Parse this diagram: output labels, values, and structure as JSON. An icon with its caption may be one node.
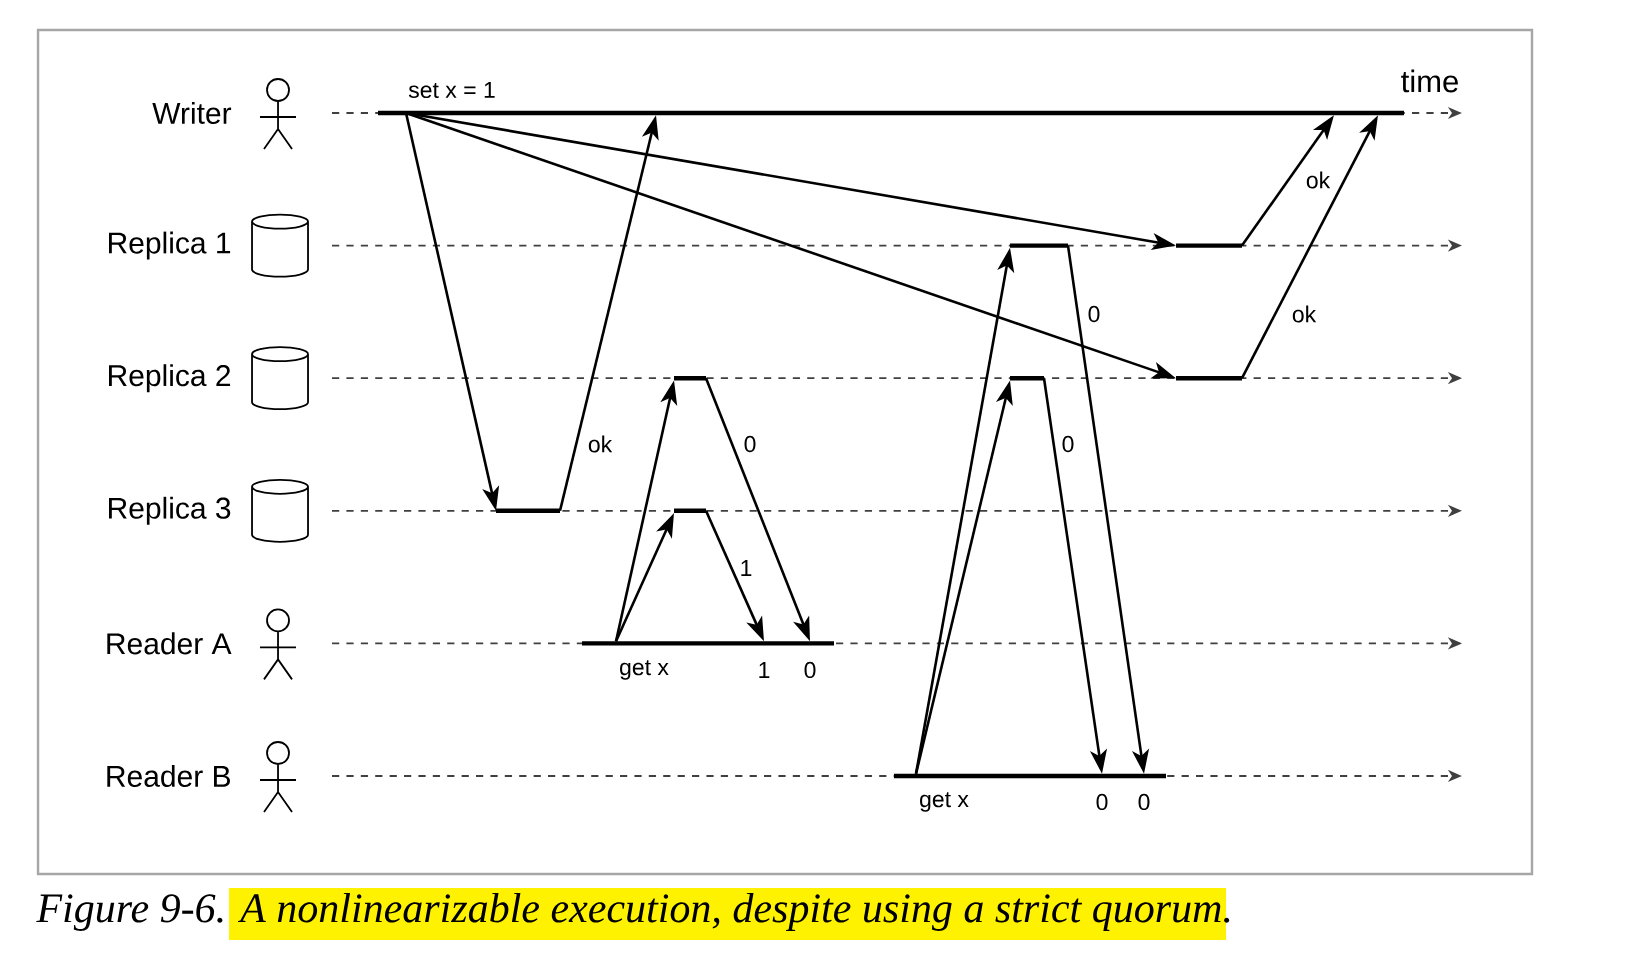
{
  "diagram": {
    "caption": "Figure 9-6. A nonlinearizable execution, despite using a strict quorum.",
    "nodes": [
      {
        "text": [],
        "shape": "bar",
        "beside": [
          "set x = 1"
        ]
      },
      {
        "text": [],
        "shape": "bar"
      },
      {
        "text": [],
        "shape": "bar"
      },
      {
        "text": [],
        "shape": "bar"
      },
      {
        "text": [],
        "shape": "bar"
      },
      {
        "text": [],
        "shape": "bar"
      },
      {
        "text": [],
        "shape": "bar"
      },
      {
        "text": [],
        "shape": "bar"
      },
      {
        "text": [],
        "shape": "bar",
        "beside": [
          "get x",
          "1",
          "0"
        ]
      },
      {
        "text": [],
        "shape": "bar",
        "beside": [
          "get x",
          "0",
          "0"
        ]
      }
    ],
    "edges": [
      {
        "from": 0,
        "to": 6,
        "arrow": "to"
      },
      {
        "from": 6,
        "to": 0,
        "arrow": "to",
        "label": "ok"
      },
      {
        "from": 0,
        "to": 2,
        "arrow": "to"
      },
      {
        "from": 0,
        "to": 5,
        "arrow": "to"
      },
      {
        "from": 2,
        "to": 0,
        "arrow": "to",
        "label": "ok"
      },
      {
        "from": 5,
        "to": 0,
        "arrow": "to",
        "label": "ok"
      },
      {
        "from": 8,
        "to": 7,
        "arrow": "to"
      },
      {
        "from": 7,
        "to": 8,
        "arrow": "to",
        "label": "1"
      },
      {
        "from": 8,
        "to": 3,
        "arrow": "to"
      },
      {
        "from": 3,
        "to": 8,
        "arrow": "to",
        "label": "0"
      },
      {
        "from": 9,
        "to": 1,
        "arrow": "to"
      },
      {
        "from": 1,
        "to": 9,
        "arrow": "to",
        "label": "0"
      },
      {
        "from": 9,
        "to": 4,
        "arrow": "to"
      },
      {
        "from": 4,
        "to": 9,
        "arrow": "to",
        "label": "0"
      }
    ],
    "labels": [
      "time",
      "Writer",
      "Replica 1",
      "Replica 2",
      "Replica 3",
      "Reader A",
      "Reader B"
    ]
  }
}
